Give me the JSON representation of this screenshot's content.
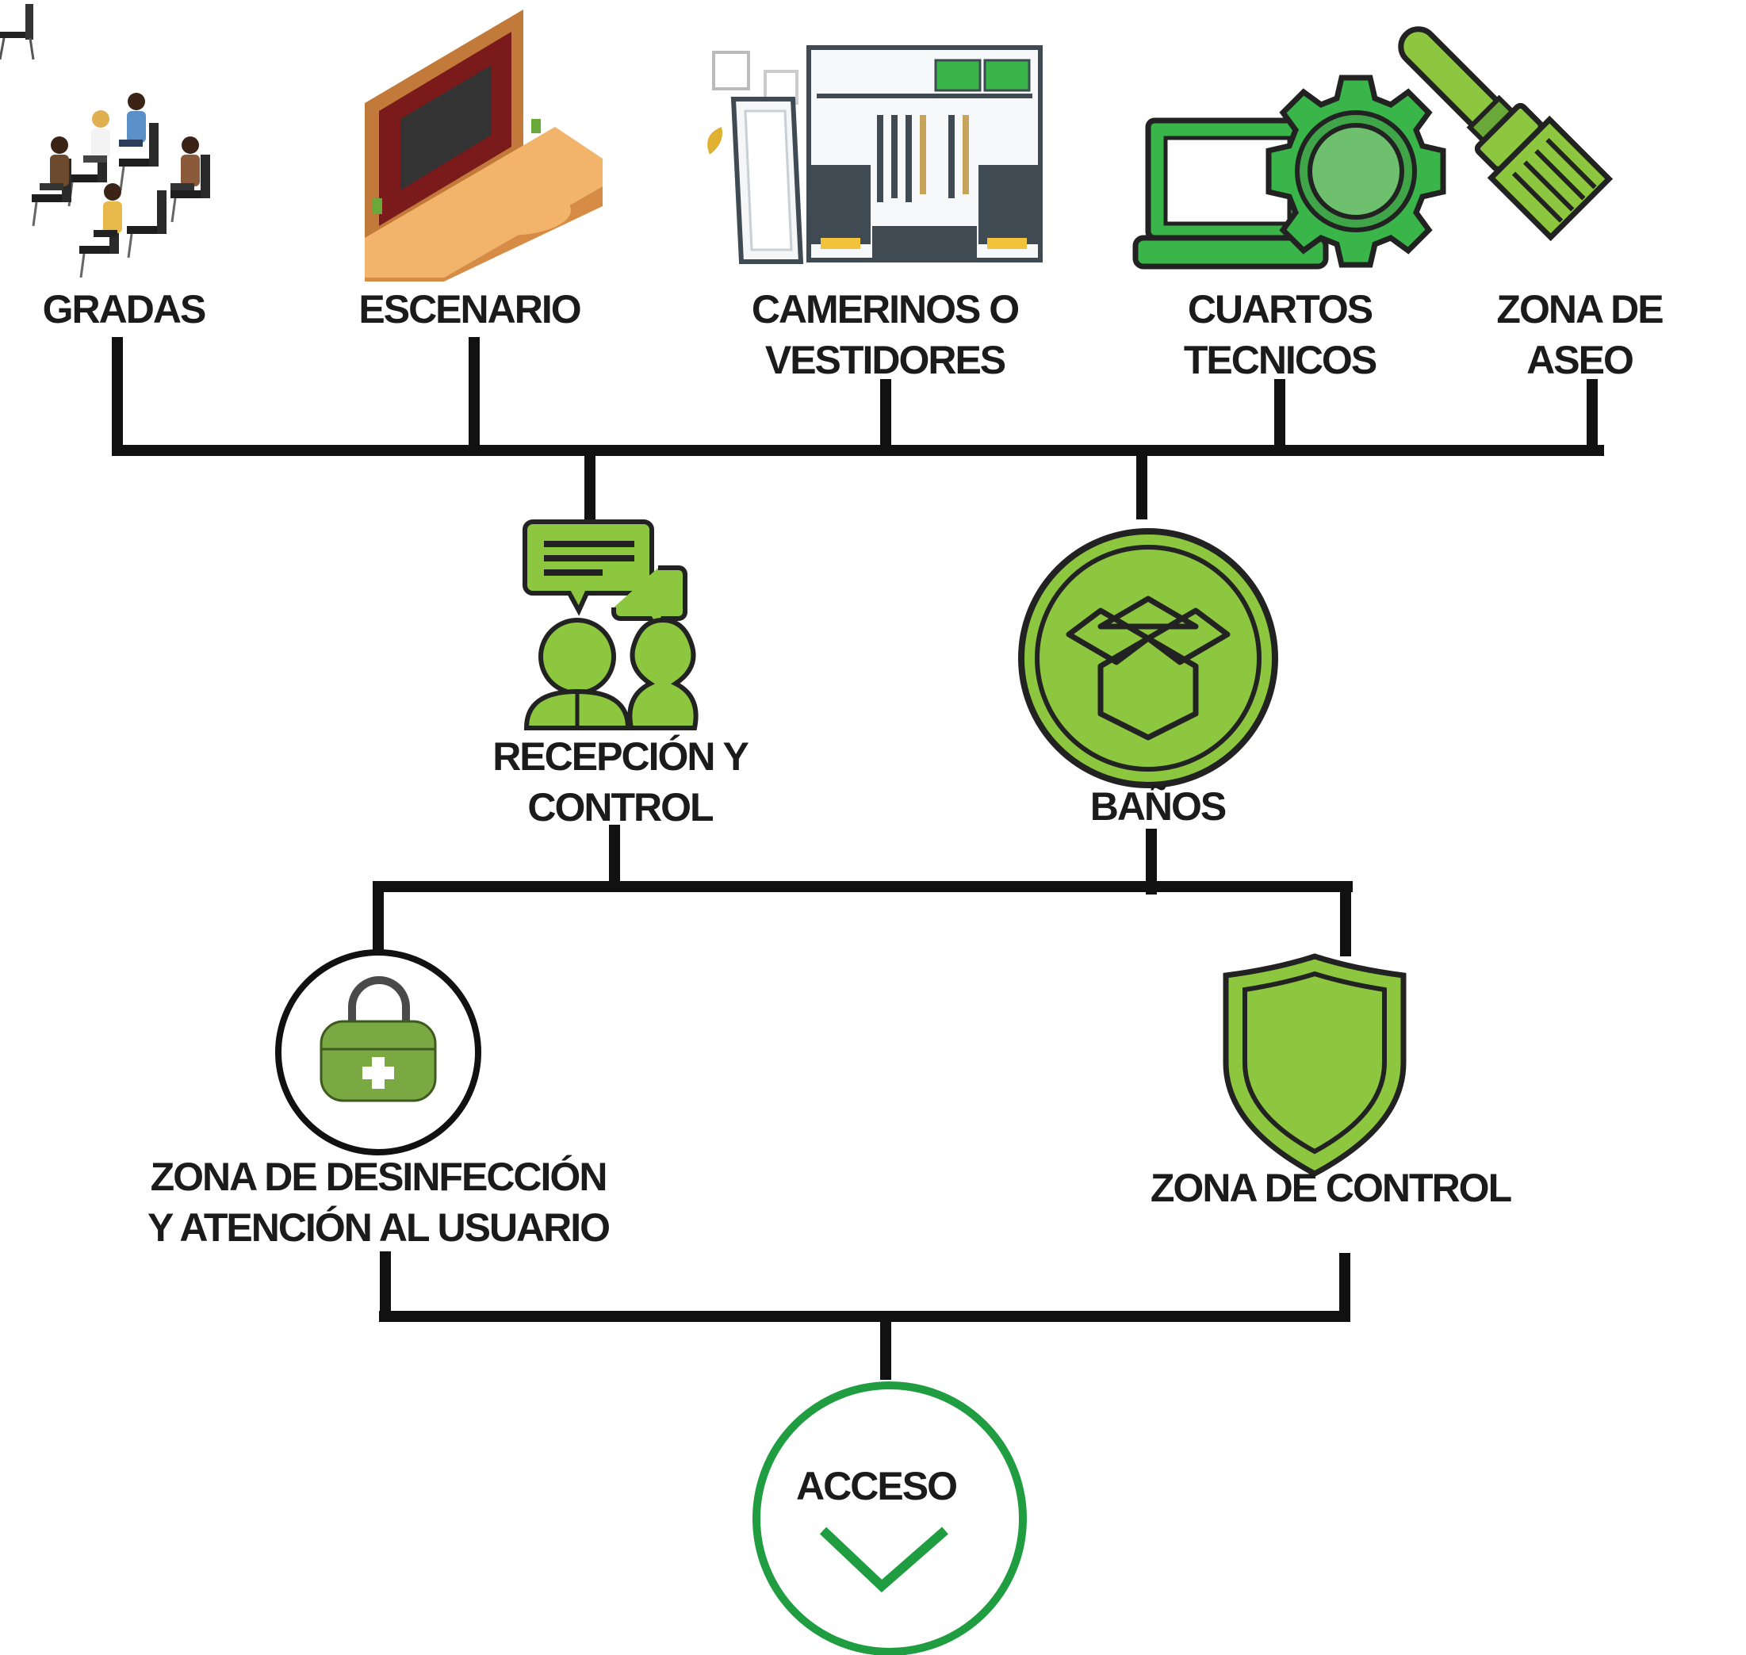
{
  "nodes": {
    "gradas": {
      "lines": [
        "GRADAS"
      ],
      "icon": "audience-seats-icon"
    },
    "escenario": {
      "lines": [
        "ESCENARIO"
      ],
      "icon": "theater-stage-icon"
    },
    "camerinos": {
      "lines": [
        "CAMERINOS O",
        "VESTIDORES"
      ],
      "icon": "wardrobe-icon"
    },
    "cuartos": {
      "lines": [
        "CUARTOS",
        "TECNICOS"
      ],
      "icon": "laptop-gear-icon"
    },
    "aseo": {
      "lines": [
        "ZONA DE",
        "ASEO"
      ],
      "icon": "paint-brush-icon"
    },
    "recepcion": {
      "lines": [
        "RECEPCIÓN Y",
        "CONTROL"
      ],
      "icon": "people-chat-icon"
    },
    "banos": {
      "lines": [
        "BAÑOS"
      ],
      "icon": "box-badge-icon"
    },
    "desinfeccion": {
      "lines": [
        "ZONA DE DESINFECCIÓN",
        "Y ATENCIÓN AL USUARIO"
      ],
      "icon": "first-aid-kit-icon"
    },
    "control": {
      "lines": [
        "ZONA DE CONTROL"
      ],
      "icon": "shield-icon"
    },
    "acceso": {
      "lines": [
        "ACCESO"
      ],
      "icon": "chevron-down-icon"
    }
  },
  "colors": {
    "green": "#8dc63f",
    "bright_green": "#39b54a",
    "dark_green": "#1f9d40",
    "kit_green": "#7aa842",
    "line": "#111111",
    "stage_wood": "#f2b36b",
    "curtain": "#7a1a1a"
  }
}
